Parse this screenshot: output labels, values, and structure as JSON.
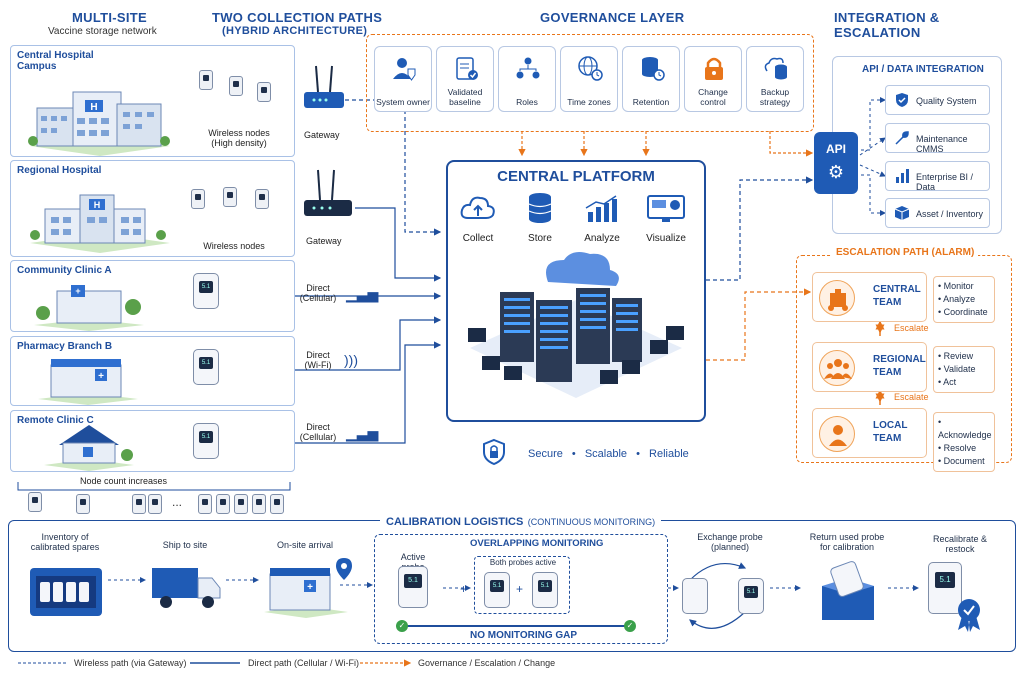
{
  "headers": {
    "multisite": "MULTI-SITE",
    "multisite_sub": "Vaccine storage network",
    "paths": "TWO COLLECTION PATHS",
    "paths_sub": "(HYBRID ARCHITECTURE)",
    "governance": "GOVERNANCE LAYER",
    "integration": "INTEGRATION & ESCALATION"
  },
  "sites": [
    {
      "name": "Central Hospital\nCampus",
      "nodes_label": "Wireless nodes\n(High density)",
      "link": "Gateway"
    },
    {
      "name": "Regional Hospital",
      "nodes_label": "Wireless nodes",
      "link": "Gateway"
    },
    {
      "name": "Community Clinic A",
      "link": "Direct\n(Cellular)"
    },
    {
      "name": "Pharmacy Branch B",
      "link": "Direct\n(Wi-Fi)"
    },
    {
      "name": "Remote Clinic C",
      "link": "Direct\n(Cellular)"
    }
  ],
  "node_count": "Node count increases",
  "node_ellipsis": "...",
  "governance_items": [
    "System owner",
    "Validated baseline",
    "Roles",
    "Time zones",
    "Retention",
    "Change control",
    "Backup strategy"
  ],
  "platform": {
    "title": "CENTRAL PLATFORM",
    "functions": [
      "Collect",
      "Store",
      "Analyze",
      "Visualize"
    ],
    "tagline": [
      "Secure",
      "Scalable",
      "Reliable"
    ]
  },
  "integration": {
    "title": "API / DATA INTEGRATION",
    "api": "API",
    "items": [
      "Quality System",
      "Maintenance CMMS",
      "Enterprise BI / Data",
      "Asset / Inventory"
    ]
  },
  "escalation": {
    "title": "ESCALATION PATH (ALARM)",
    "escalate": "Escalate",
    "teams": [
      {
        "name": "CENTRAL\nTEAM",
        "actions": [
          "Monitor",
          "Analyze",
          "Coordinate"
        ]
      },
      {
        "name": "REGIONAL\nTEAM",
        "actions": [
          "Review",
          "Validate",
          "Act"
        ]
      },
      {
        "name": "LOCAL\nTEAM",
        "actions": [
          "Acknowledge",
          "Resolve",
          "Document"
        ]
      }
    ]
  },
  "calibration": {
    "title": "CALIBRATION LOGISTICS",
    "title_sub": "(CONTINUOUS MONITORING)",
    "steps": [
      "Inventory of\ncalibrated spares",
      "Ship to site",
      "On-site arrival"
    ],
    "overlap_title": "OVERLAPPING MONITORING",
    "active_probe": "Active probe",
    "both_active": "Both probes active",
    "no_gap": "NO MONITORING GAP",
    "exchange": "Exchange probe\n(planned)",
    "return": "Return used probe\nfor calibration",
    "recal": "Recalibrate &\nrestock",
    "probe_reading": "5.1"
  },
  "legend": {
    "wireless": "Wireless path (via Gateway)",
    "direct": "Direct path (Cellular / Wi-Fi)",
    "governance": "Governance / Escalation / Change"
  },
  "colors": {
    "blue": "#1f4e9c",
    "orange": "#e8751a",
    "light": "#a9c1e6"
  }
}
